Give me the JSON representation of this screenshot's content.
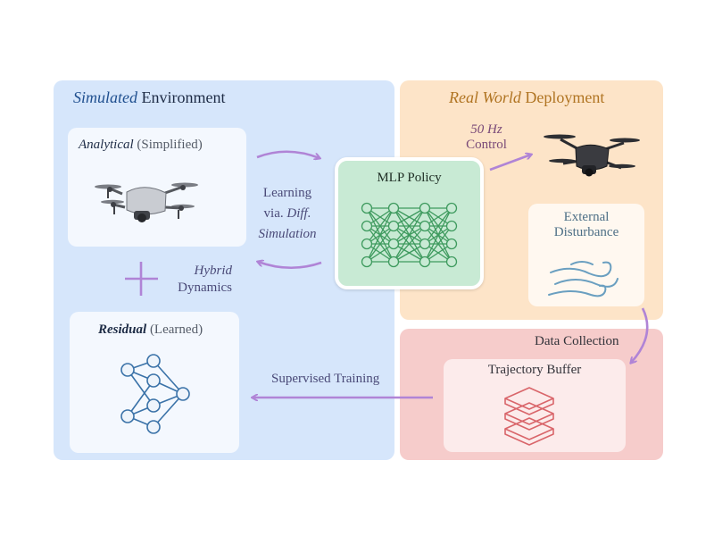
{
  "sim_panel": {
    "title_em": "Simulated",
    "title_rest": " Environment"
  },
  "real_panel": {
    "title_em": "Real World",
    "title_rest": " Deployment"
  },
  "data_panel": {
    "title": "Data Collection"
  },
  "analytical": {
    "name_em": "Analytical",
    "name_rest": " (Simplified)"
  },
  "residual": {
    "name_em": "Residual",
    "name_rest": " (Learned)"
  },
  "hybrid": {
    "line1": "Hybrid",
    "line2": "Dynamics"
  },
  "learning": {
    "line1": "Learning",
    "line2_plain": "via. ",
    "line2_em": "Diff.",
    "line3": "Simulation"
  },
  "policy": {
    "title": "MLP Policy"
  },
  "control": {
    "line1": "50 Hz",
    "line2": "Control"
  },
  "disturbance": {
    "line1": "External",
    "line2": "Disturbance"
  },
  "buffer": {
    "title": "Trajectory Buffer"
  },
  "supervised": {
    "label": "Supervised Training"
  },
  "colors": {
    "sim_bg": "#d6e6fb",
    "real_bg": "#fde4c8",
    "data_bg": "#f6cccb",
    "policy_bg": "#c8ead4",
    "policy_net": "#3e9a5e",
    "arrow": "#b084d6",
    "residual_net": "#3a72a8",
    "disturbance_icon": "#6a9fc0",
    "buffer_icon": "#d9656a"
  },
  "icons": [
    "quadrotor-drone-icon",
    "neural-network-icon",
    "wind-icon",
    "stacked-layers-icon",
    "plus-icon"
  ]
}
